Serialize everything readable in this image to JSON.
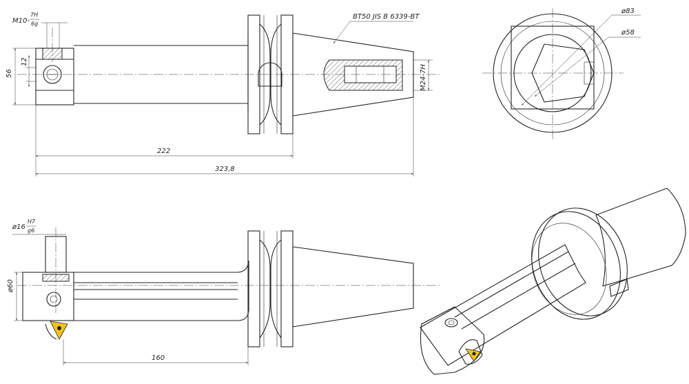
{
  "labels": {
    "thread_top": "M10-",
    "thread_top_num": "7H",
    "thread_top_den": "6g",
    "dim_56": "56",
    "dim_12": "12",
    "taper_spec": "BT50 JIS B 6339-BT",
    "thread_pull": "M24-7H",
    "dim_222": "222",
    "dim_3238": "323,8",
    "dia_83": "ø83",
    "dia_58": "ø58",
    "bore_prefix": "ø16",
    "bore_num": "H7",
    "bore_den": "g6",
    "dia_60": "ø60",
    "dim_160": "160"
  },
  "colors": {
    "line": "#222222",
    "insert": "#f0c419"
  }
}
